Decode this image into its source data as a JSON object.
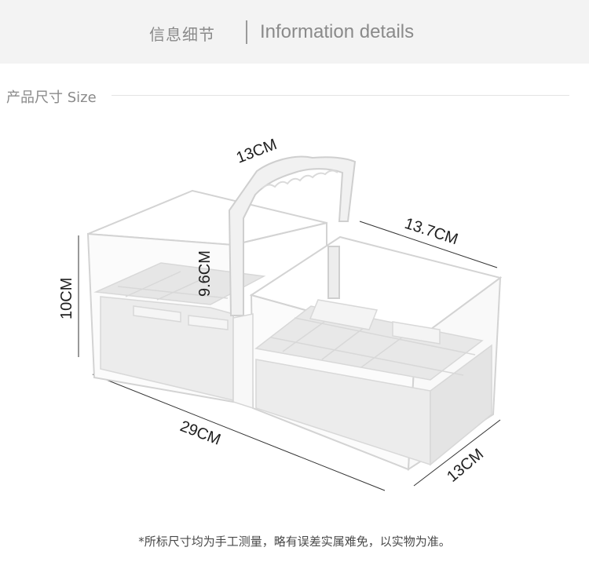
{
  "header": {
    "title_cn": "信息细节",
    "title_en": "Information details"
  },
  "section": {
    "title": "产品尺寸 Size"
  },
  "dimensions": {
    "handle_length": "13CM",
    "top_width": "13.7CM",
    "inner_height": "9.6CM",
    "height": "10CM",
    "length": "29CM",
    "depth": "13CM"
  },
  "footnote": "*所标尺寸均为手工测量，略有误差实属难免，以实物为准。"
}
